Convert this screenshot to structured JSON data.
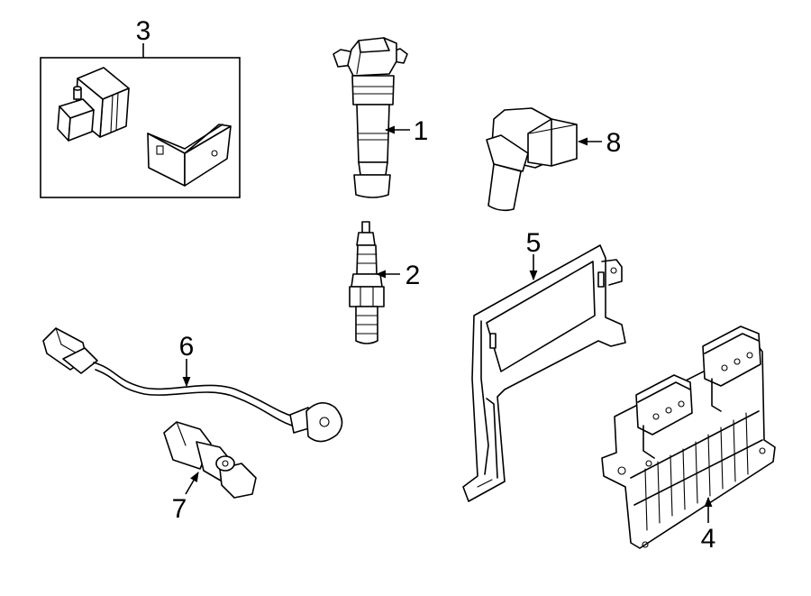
{
  "callouts": {
    "1": "1",
    "2": "2",
    "3": "3",
    "4": "4",
    "5": "5",
    "6": "6",
    "7": "7",
    "8": "8"
  },
  "colors": {
    "background": "#ffffff",
    "line": "#000000"
  }
}
